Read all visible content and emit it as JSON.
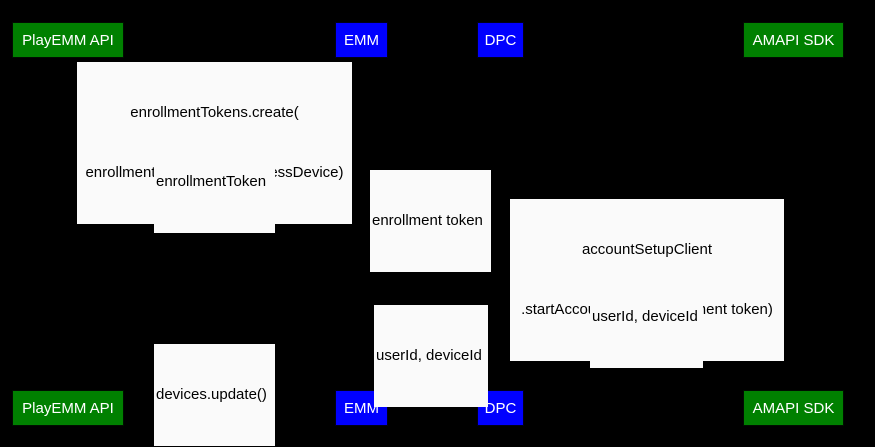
{
  "diagram": {
    "type": "sequence-diagram",
    "background_color": "#000000",
    "participant_green_color": "#008000",
    "participant_blue_color": "#0000FF",
    "label_background_color": "#FAFAFA",
    "label_text_color": "#000000",
    "participant_text_color": "#FFFFFF"
  },
  "participants": [
    {
      "id": "playemm-api",
      "label": "PlayEMM API",
      "color": "green"
    },
    {
      "id": "emm",
      "label": "EMM",
      "color": "blue"
    },
    {
      "id": "dpc",
      "label": "DPC",
      "color": "blue"
    },
    {
      "id": "amapi-sdk",
      "label": "AMAPI SDK",
      "color": "green"
    }
  ],
  "participants_bottom": [
    {
      "id": "playemm-api",
      "label": "PlayEMM API",
      "color": "green"
    },
    {
      "id": "emm",
      "label": "EMM",
      "color": "blue"
    },
    {
      "id": "dpc",
      "label": "DPC",
      "color": "blue"
    },
    {
      "id": "amapi-sdk",
      "label": "AMAPI SDK",
      "color": "green"
    }
  ],
  "messages": [
    {
      "id": "enrollment-tokens-create",
      "line1": "enrollmentTokens.create(",
      "line2": "enrollmentTokenType=userlessDevice)",
      "from": "emm",
      "to": "playemm-api",
      "direction": "left"
    },
    {
      "id": "enrollment-token-response",
      "line1": "enrollmentToken",
      "line2": "",
      "from": "playemm-api",
      "to": "emm",
      "direction": "right"
    },
    {
      "id": "enrollment-token-to-dpc",
      "line1": "enrollment token",
      "line2": "",
      "from": "emm",
      "to": "dpc",
      "direction": "right"
    },
    {
      "id": "start-account-setup",
      "line1": "accountSetupClient",
      "line2": ".startAccountSetup(entrollment token)",
      "from": "dpc",
      "to": "amapi-sdk",
      "direction": "right"
    },
    {
      "id": "userid-deviceid-to-dpc",
      "line1": "userId, deviceId",
      "line2": "",
      "from": "amapi-sdk",
      "to": "dpc",
      "direction": "left"
    },
    {
      "id": "userid-deviceid-to-emm",
      "line1": "userId, deviceId",
      "line2": "",
      "from": "dpc",
      "to": "emm",
      "direction": "left"
    },
    {
      "id": "devices-update",
      "line1": "devices.update()",
      "line2": "",
      "from": "emm",
      "to": "playemm-api",
      "direction": "left"
    }
  ]
}
